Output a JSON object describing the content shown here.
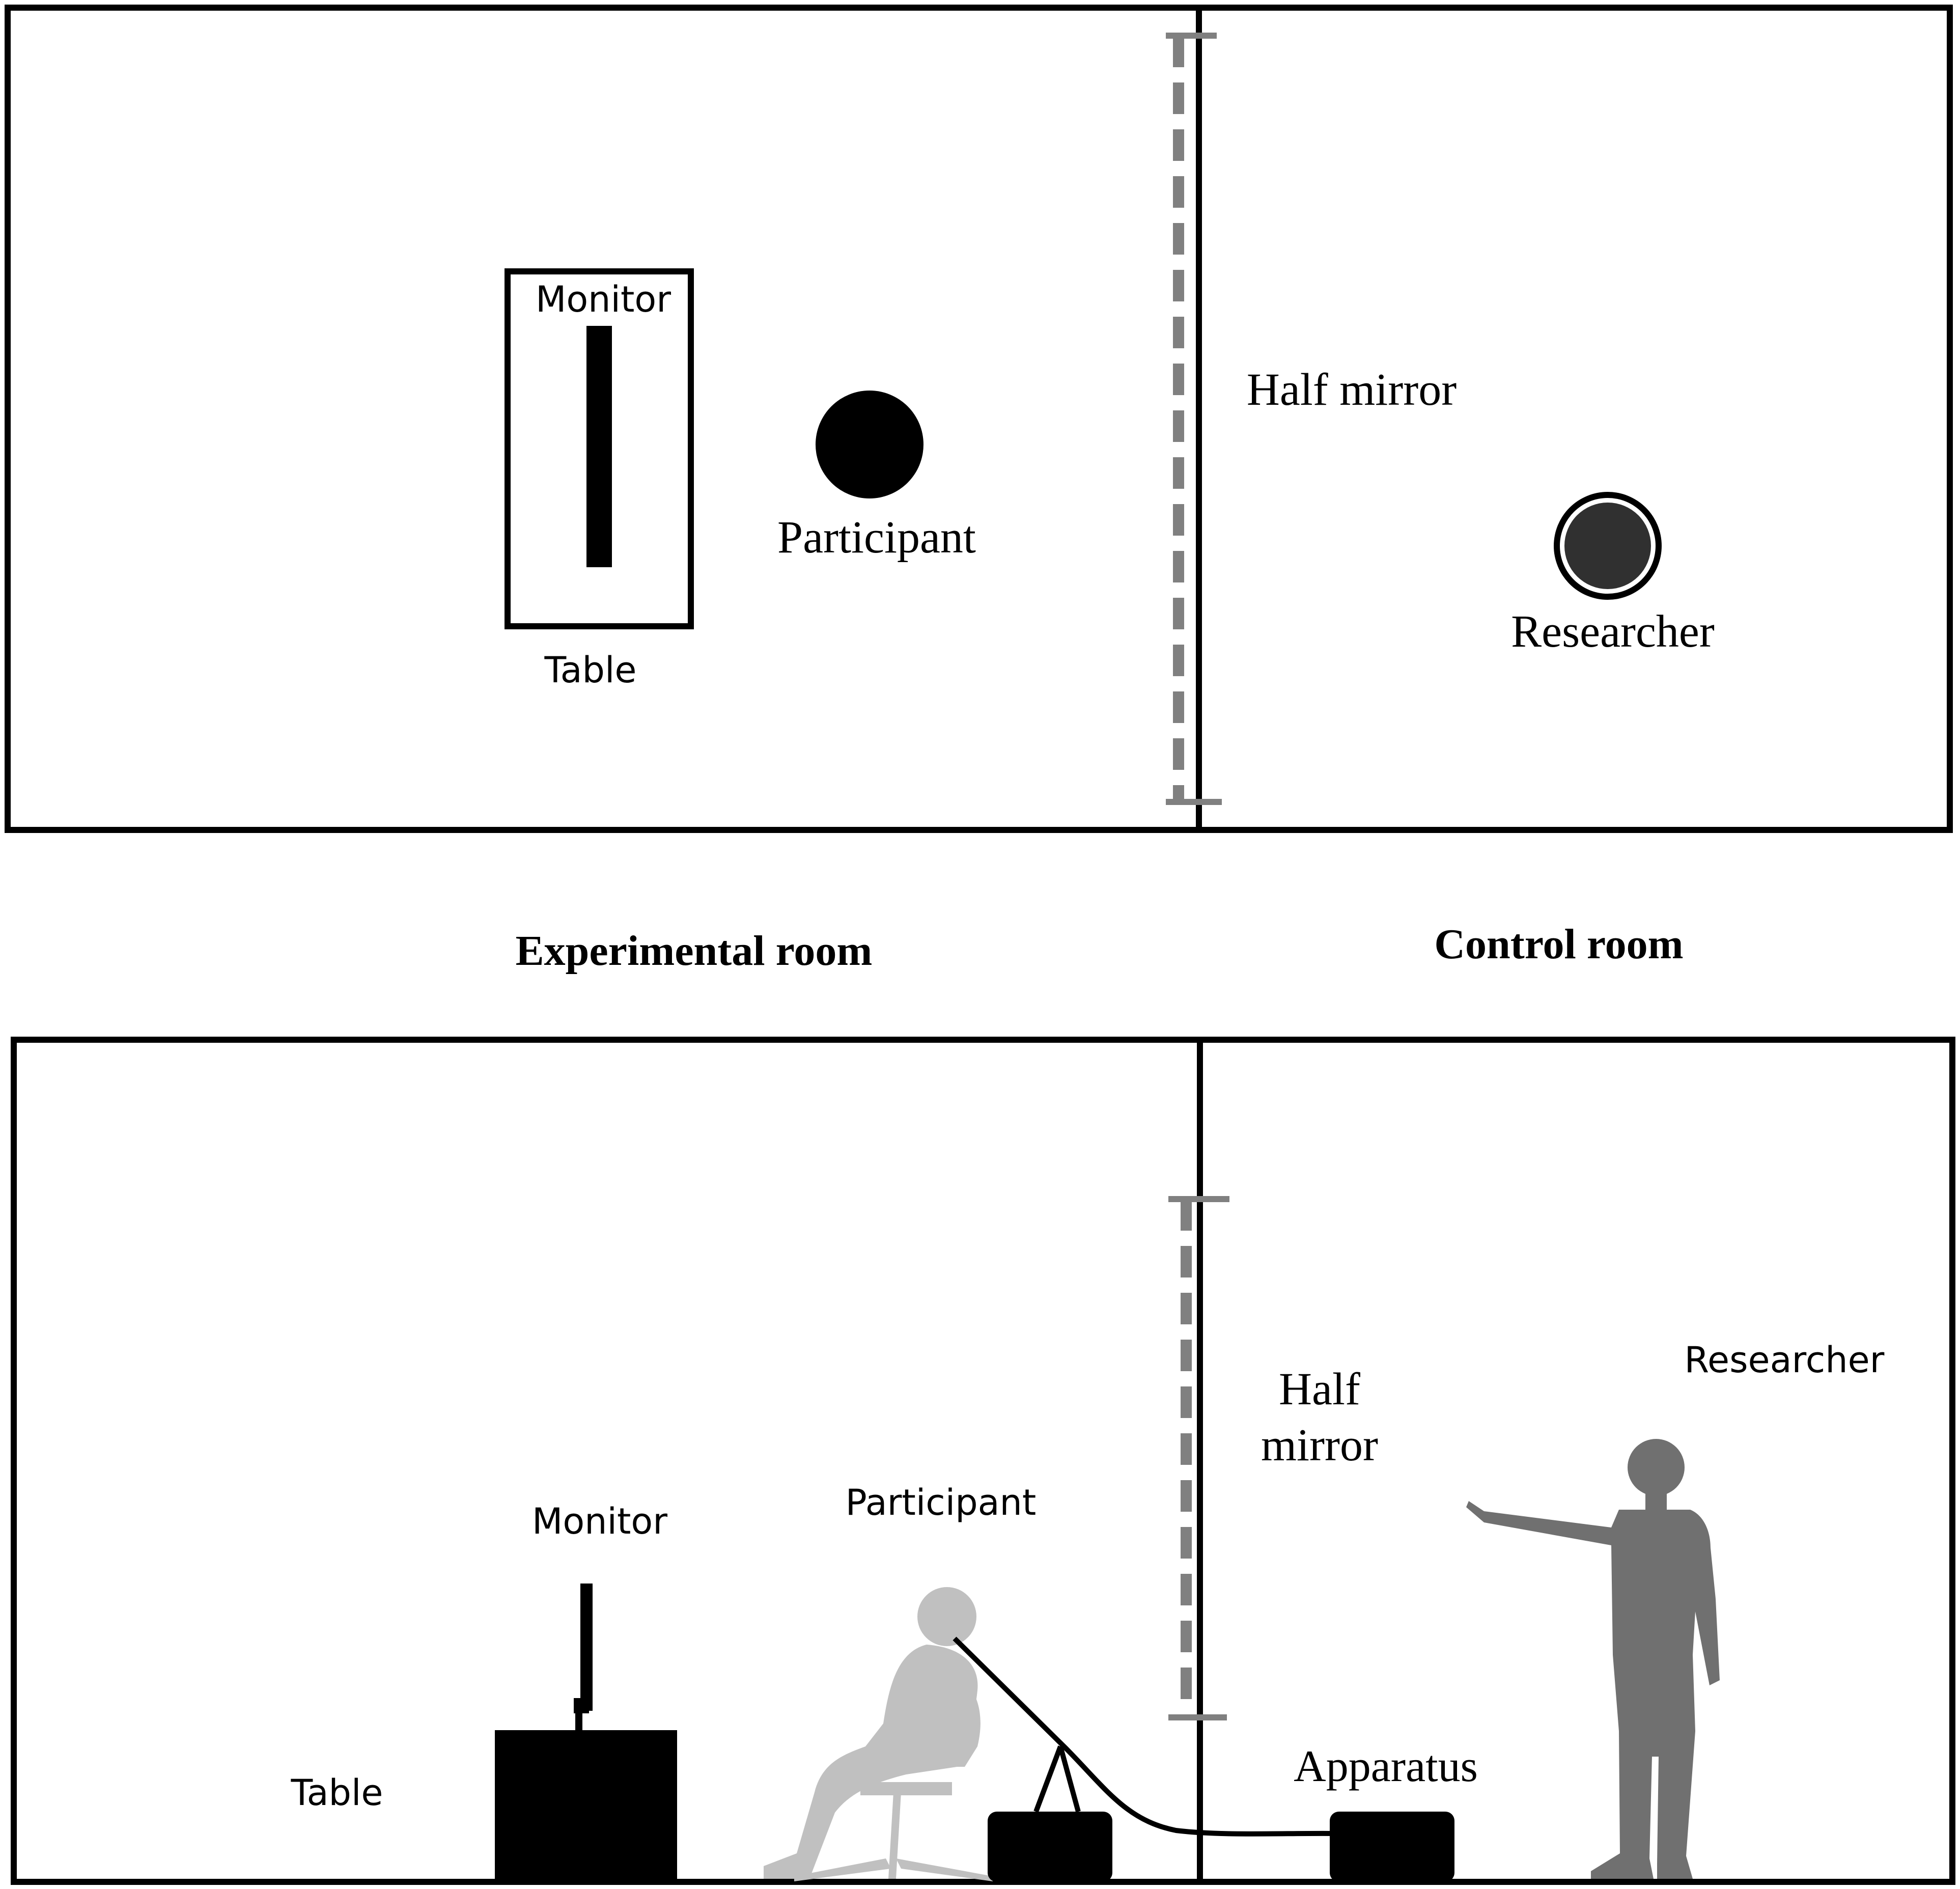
{
  "headings": {
    "experimental_room": "Experimental room",
    "control_room": "Control room"
  },
  "top_view": {
    "monitor_label": "Monitor",
    "table_label": "Table",
    "participant_label": "Participant",
    "half_mirror_label": "Half mirror",
    "researcher_label": "Researcher"
  },
  "side_view": {
    "monitor_label": "Monitor",
    "table_label": "Table",
    "participant_label": "Participant",
    "half_mirror_line1": "Half",
    "half_mirror_line2": "mirror",
    "apparatus_label": "Apparatus",
    "researcher_label": "Researcher"
  },
  "colors": {
    "line": "#000000",
    "mirror": "#808080",
    "participant_silhouette": "#c0c0c0",
    "researcher_silhouette": "#707070",
    "researcher_marker": "#303030"
  }
}
